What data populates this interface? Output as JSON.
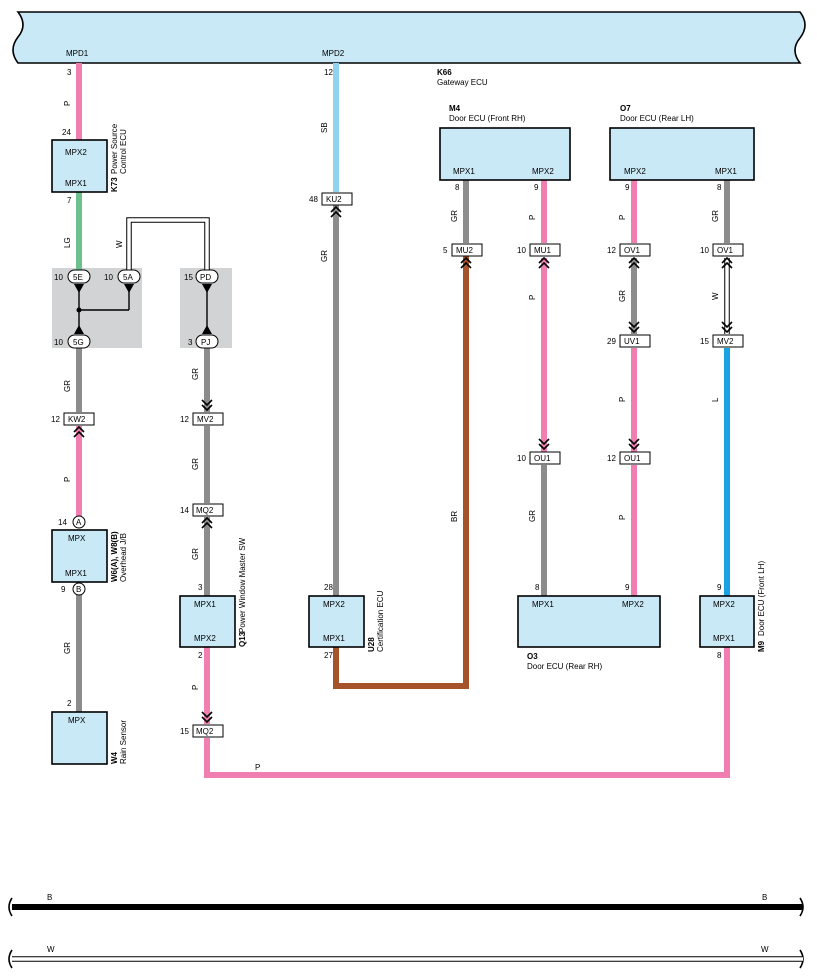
{
  "colors": {
    "ecu_fill": "#c9e9f6",
    "pink": "#f07eb0",
    "gray": "#8c8c8c",
    "green": "#6dc08d",
    "sky": "#8fd3ee",
    "blue": "#1aa3e3",
    "brown": "#a6522b",
    "white_wire": "#ffffff",
    "black": "#000000",
    "junction_bg": "#d1d3d4"
  },
  "gateway": {
    "code": "K66",
    "name": "Gateway ECU",
    "pin_left": "MPD1",
    "pin_mid": "MPD2",
    "pin_left_num": "3",
    "pin_mid_num": "12"
  },
  "ecus": {
    "power_source": {
      "code": "K73",
      "name1": "Power Source",
      "name2": "Control ECU",
      "top_pin": "MPX2",
      "bottom_pin": "MPX1",
      "top_num": "24",
      "bottom_num": "7"
    },
    "overhead_jb": {
      "code": "W6(A), W8(B)",
      "name": "Overhead J/B",
      "top_pin": "MPX",
      "bottom_pin": "MPX1",
      "top_num": "14",
      "bottom_num": "9",
      "top_tag": "A",
      "bottom_tag": "B"
    },
    "rain_sensor": {
      "code": "W4",
      "name": "Rain Sensor",
      "pin": "MPX",
      "pin_num": "2"
    },
    "pw_master": {
      "code": "Q13",
      "name": "Power Window Master SW",
      "top_pin": "MPX1",
      "bottom_pin": "MPX2",
      "top_num": "3",
      "bottom_num": "2"
    },
    "certification": {
      "code": "U28",
      "name": "Certification ECU",
      "top_pin": "MPX2",
      "bottom_pin": "MPX1",
      "top_num": "28",
      "bottom_num": "27"
    },
    "door_front_rh": {
      "code": "M4",
      "name": "Door ECU (Front RH)",
      "left_pin": "MPX1",
      "right_pin": "MPX2",
      "left_num": "8",
      "right_num": "9"
    },
    "door_rear_lh": {
      "code": "O7",
      "name": "Door ECU (Rear LH)",
      "left_pin": "MPX2",
      "right_pin": "MPX1",
      "left_num": "9",
      "right_num": "8"
    },
    "door_rear_rh": {
      "code": "O3",
      "name": "Door ECU (Rear RH)",
      "left_pin": "MPX1",
      "right_pin": "MPX2",
      "left_num": "8",
      "right_num": "9"
    },
    "door_front_lh": {
      "code": "M9",
      "name": "Door ECU (Front LH)",
      "top_pin": "MPX2",
      "bottom_pin": "MPX1",
      "top_num": "9",
      "bottom_num": "8"
    }
  },
  "connectors": {
    "c5e": {
      "label": "5E",
      "pin": "10"
    },
    "c5a": {
      "label": "5A",
      "pin": "10"
    },
    "c5g": {
      "label": "5G",
      "pin": "10"
    },
    "cpd": {
      "label": "PD",
      "pin": "15"
    },
    "cpj": {
      "label": "PJ",
      "pin": "3"
    },
    "ckw2": {
      "label": "KW2",
      "pin": "12"
    },
    "cmv2a": {
      "label": "MV2",
      "pin": "12"
    },
    "cmq2a": {
      "label": "MQ2",
      "pin": "14"
    },
    "cmq2b": {
      "label": "MQ2",
      "pin": "15"
    },
    "cku2": {
      "label": "KU2",
      "pin": "48"
    },
    "cmu2": {
      "label": "MU2",
      "pin": "5"
    },
    "cmu1": {
      "label": "MU1",
      "pin": "10"
    },
    "cov1a": {
      "label": "OV1",
      "pin": "12"
    },
    "cov1b": {
      "label": "OV1",
      "pin": "10"
    },
    "cuv1": {
      "label": "UV1",
      "pin": "29"
    },
    "cmv2b": {
      "label": "MV2",
      "pin": "15"
    },
    "cou1a": {
      "label": "OU1",
      "pin": "10"
    },
    "cou1b": {
      "label": "OU1",
      "pin": "12"
    }
  },
  "wire_colors": {
    "w_p1": "P",
    "w_lg": "LG",
    "w_w1": "W",
    "w_gr1": "GR",
    "w_p2": "P",
    "w_gr2": "GR",
    "w_gr3": "GR",
    "w_gr4": "GR",
    "w_gr5": "GR",
    "w_p3": "P",
    "w_p_bottom": "P",
    "w_sb": "SB",
    "w_gr6": "GR",
    "w_br": "BR",
    "w_gr7": "GR",
    "w_p4": "P",
    "w_p5": "P",
    "w_gr8": "GR",
    "w_p6": "P",
    "w_gr9": "GR",
    "w_p7": "P",
    "w_p8": "P",
    "w_gr10": "GR",
    "w_w2": "W",
    "w_l": "L"
  },
  "bus_b": {
    "label_left": "B",
    "label_right": "B"
  },
  "bus_w": {
    "label_left": "W",
    "label_right": "W"
  }
}
